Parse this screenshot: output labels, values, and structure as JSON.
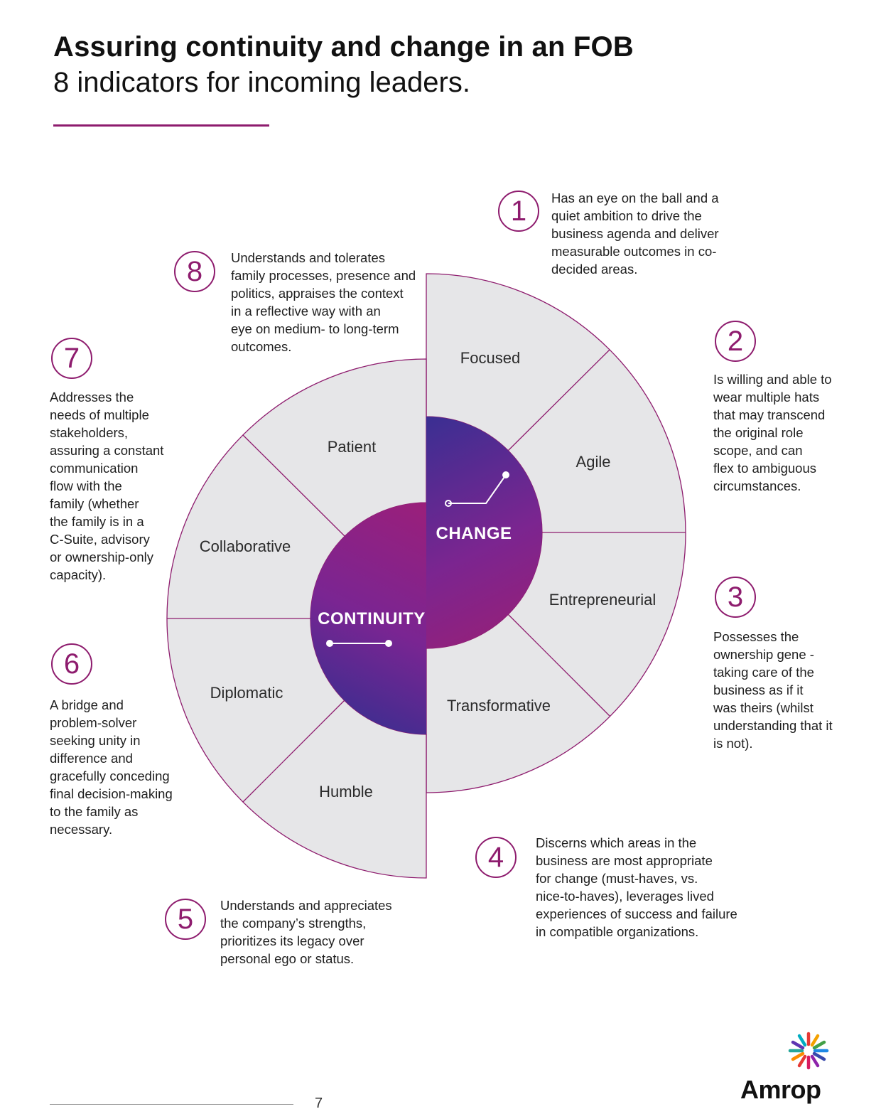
{
  "header": {
    "title": "Assuring continuity and change in an FOB",
    "subtitle": "8 indicators for incoming leaders."
  },
  "diagram": {
    "core": {
      "change_label": "CHANGE",
      "continuity_label": "CONTINUITY"
    },
    "segments": [
      "Focused",
      "Agile",
      "Entrepreneurial",
      "Transformative",
      "Humble",
      "Diplomatic",
      "Collaborative",
      "Patient"
    ],
    "colors": {
      "accent": "#8e1c6e",
      "segment_fill": "#e6e6e8",
      "gradient_magenta": "#9b1f7a",
      "gradient_indigo": "#2e2f8f"
    }
  },
  "indicators": [
    {
      "number": "1",
      "text": "Has an eye on the ball and a\nquiet ambition to drive the\nbusiness agenda and deliver\nmeasurable outcomes in co-\ndecided areas."
    },
    {
      "number": "2",
      "text": "Is willing and able to\nwear multiple hats\nthat may transcend\nthe original role\nscope, and can\nflex to ambiguous\ncircumstances."
    },
    {
      "number": "3",
      "text": "Possesses the\nownership gene -\ntaking care of the\nbusiness as if it\nwas theirs (whilst\nunderstanding that it\nis not)."
    },
    {
      "number": "4",
      "text": "Discerns which areas in the\nbusiness are most appropriate\nfor change (must-haves, vs.\nnice-to-haves), leverages lived\nexperiences of success and failure\nin compatible organizations."
    },
    {
      "number": "5",
      "text": "Understands and appreciates\nthe company’s strengths,\nprioritizes its legacy over\npersonal ego or status."
    },
    {
      "number": "6",
      "text": "A bridge and\nproblem-solver\nseeking unity in\ndifference and\ngracefully conceding\nfinal decision-making\nto the family as\nnecessary."
    },
    {
      "number": "7",
      "text": "Addresses the\nneeds of multiple\nstakeholders,\nassuring a constant\ncommunication\nflow with the\nfamily (whether\nthe family is in a\nC-Suite, advisory\nor ownership-only\ncapacity)."
    },
    {
      "number": "8",
      "text": "Understands and tolerates\nfamily processes, presence and\npolitics, appraises the context\nin a reflective way with an\neye on medium- to long-term\noutcomes."
    }
  ],
  "footer": {
    "page_number": "7",
    "logo_text": "Amrop"
  }
}
